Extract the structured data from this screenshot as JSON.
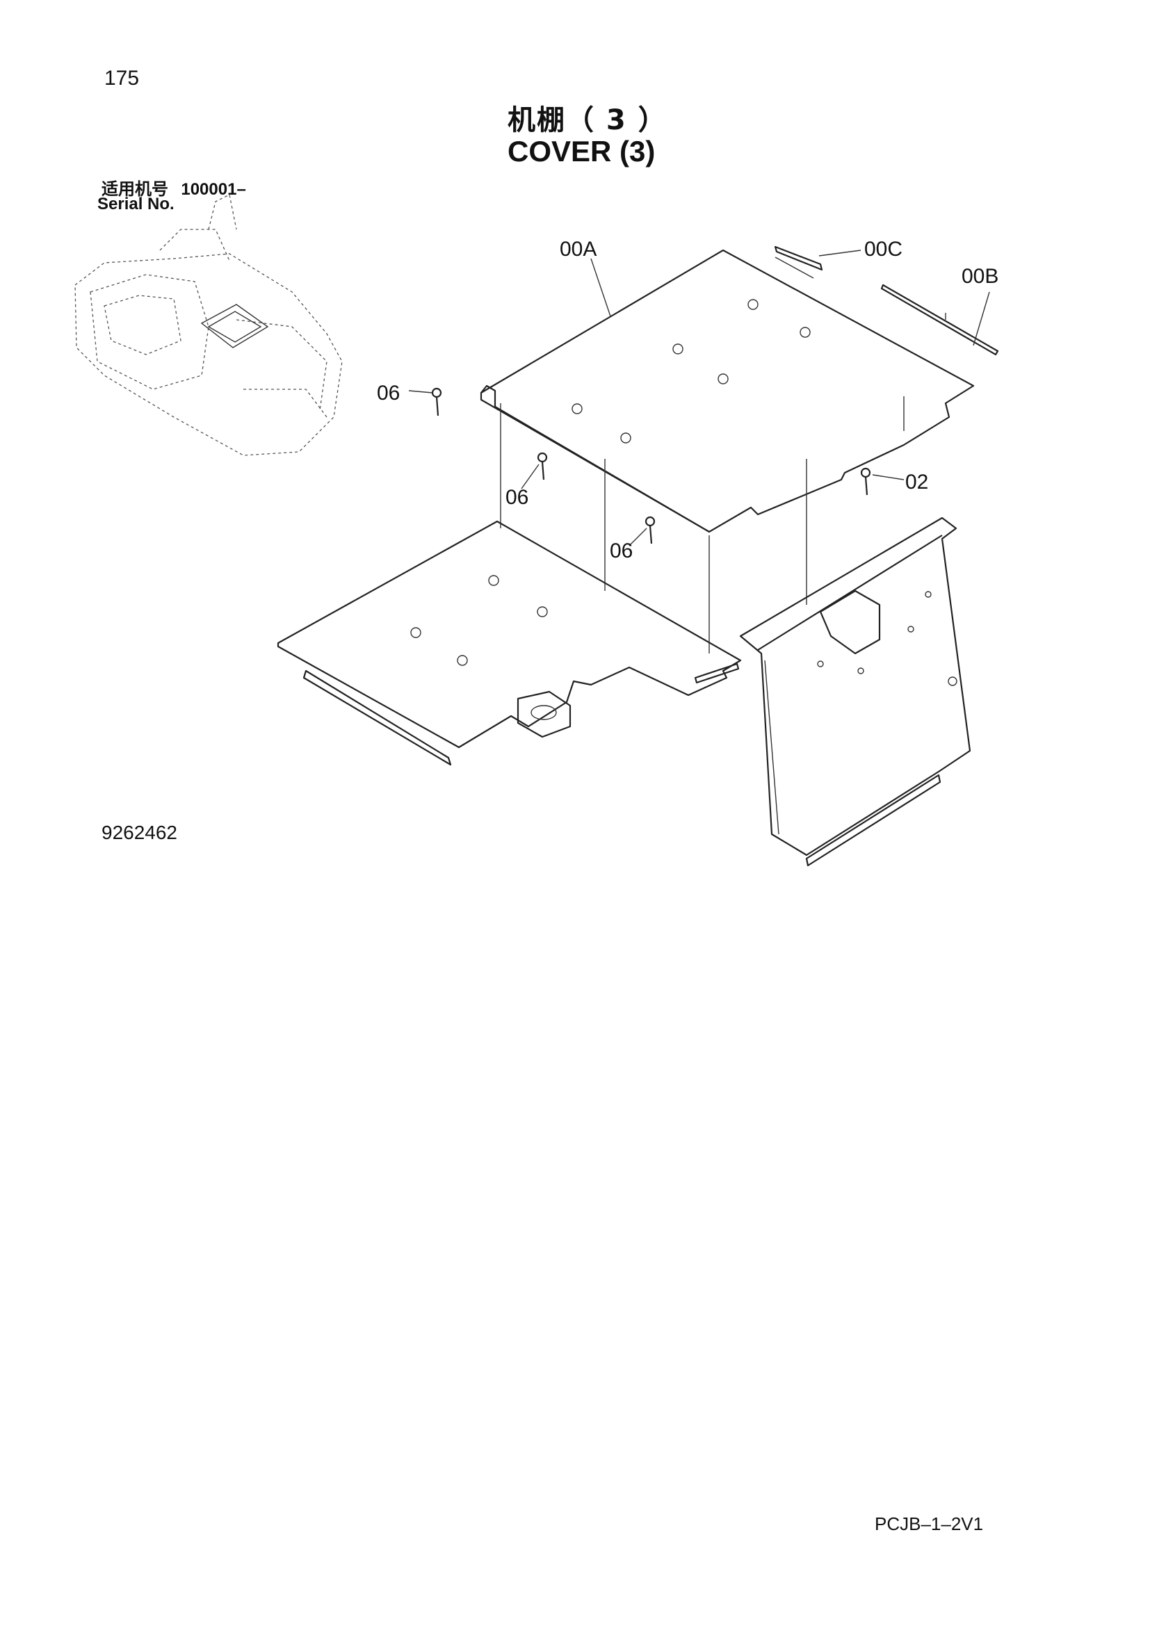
{
  "header": {
    "page_number": "175",
    "title_cn": "机棚（ 3 ）",
    "title_en": "COVER (3)"
  },
  "serial": {
    "label_cn": "适用机号",
    "value": "100001–",
    "label_en": "Serial No."
  },
  "callouts": {
    "c00A": "00A",
    "c00B": "00B",
    "c00C": "00C",
    "c02": "02",
    "c06a": "06",
    "c06b": "06",
    "c06c": "06"
  },
  "footer": {
    "diagram_number": "9262462",
    "page_code": "PCJB–1–2V1"
  }
}
